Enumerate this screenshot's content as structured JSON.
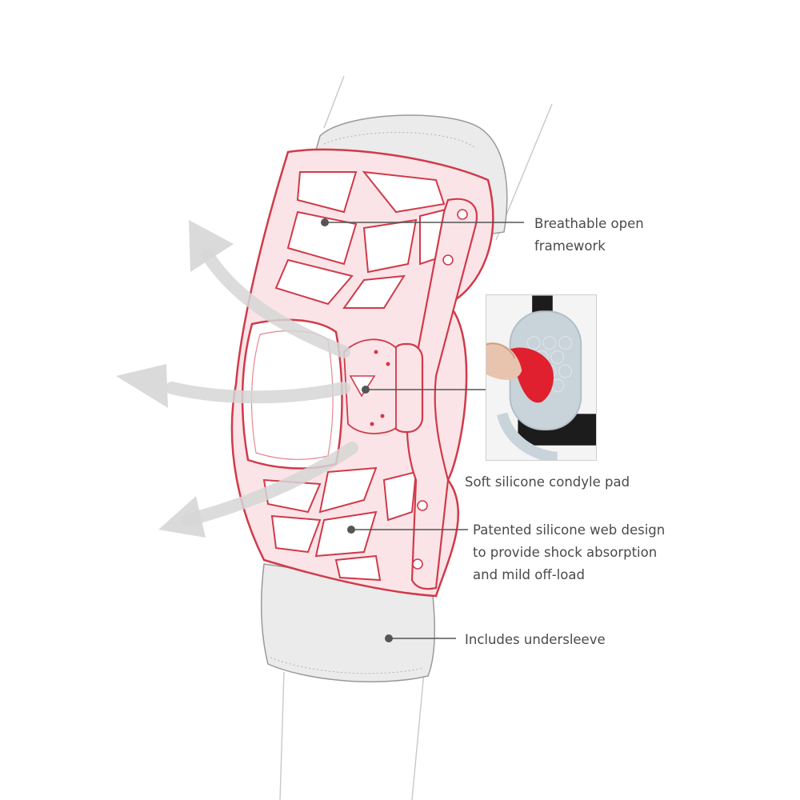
{
  "colors": {
    "brace_outline": "#d03a4a",
    "brace_fill": "#fbe4e7",
    "sleeve": "#ebebeb",
    "sleeve_outline": "#9a9a9a",
    "arrow": "#d6d6d6",
    "leader_line": "#555555",
    "pad_red": "#e0202e",
    "pad_clear": "#c9d3da",
    "strap": "#1c1c1c"
  },
  "callouts": {
    "framework": {
      "lines": [
        "Breathable open",
        "framework"
      ]
    },
    "condyle_pad": {
      "lines": [
        "Soft silicone condyle pad"
      ]
    },
    "web_design": {
      "lines": [
        "Patented silicone web design",
        "to provide shock absorption",
        "and mild off-load"
      ]
    },
    "undersleeve": {
      "lines": [
        "Includes undersleeve"
      ]
    }
  },
  "icons": {
    "airflow": "curved-arrow-icon",
    "leader_dot": "dot-icon"
  }
}
